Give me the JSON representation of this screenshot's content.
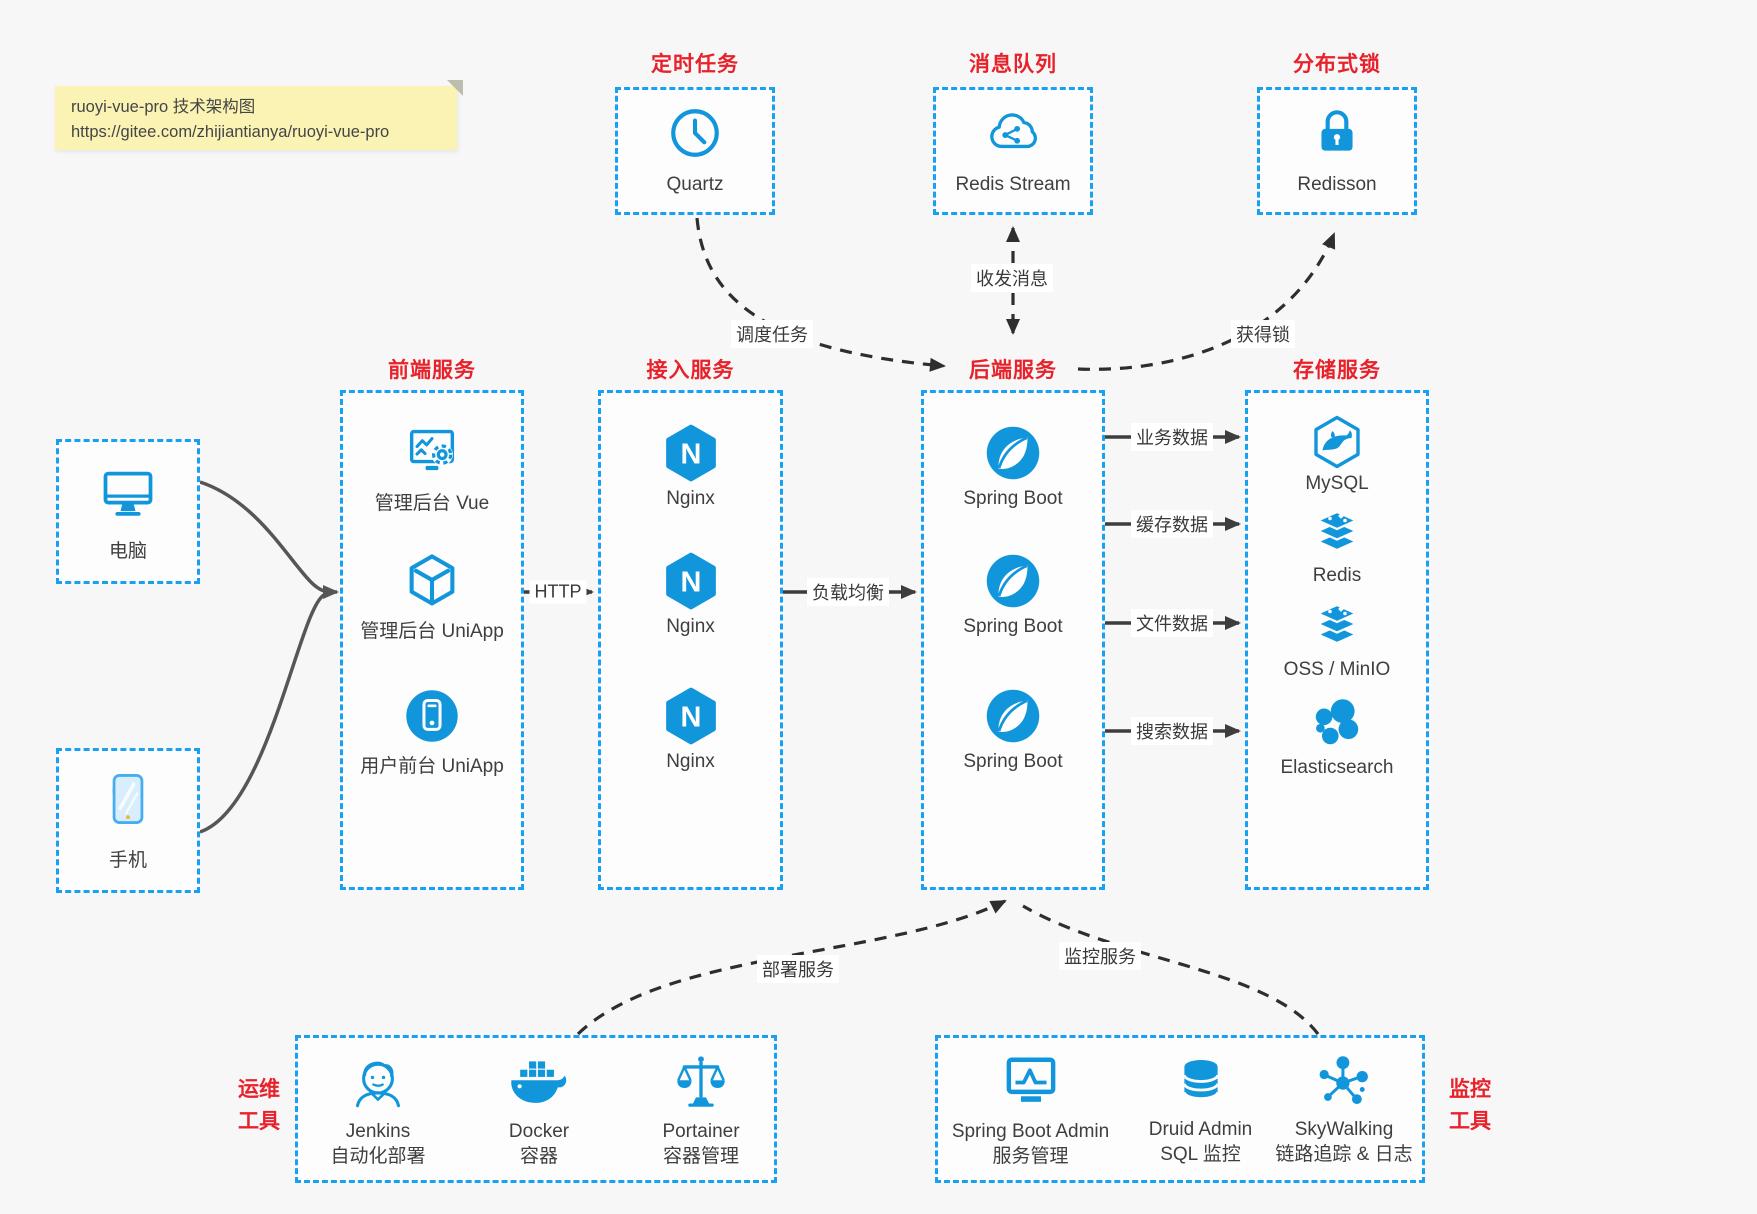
{
  "colors": {
    "accent_blue": "#1296db",
    "border_blue": "#18a0f3",
    "title_red": "#e8222b",
    "arrow_dark": "#3d3d3d"
  },
  "note": {
    "line1": "ruoyi-vue-pro 技术架构图",
    "line2": "https://gitee.com/zhijiantianya/ruoyi-vue-pro"
  },
  "icons": {
    "nginx_glyph": "N"
  },
  "top_groups": [
    {
      "title": "定时任务",
      "item": {
        "label": "Quartz",
        "icon": "clock-icon"
      }
    },
    {
      "title": "消息队列",
      "item": {
        "label": "Redis Stream",
        "icon": "cloud-stream-icon"
      }
    },
    {
      "title": "分布式锁",
      "item": {
        "label": "Redisson",
        "icon": "lock-icon"
      }
    }
  ],
  "clients": [
    {
      "label": "电脑",
      "icon": "desktop-icon"
    },
    {
      "label": "手机",
      "icon": "phone-icon"
    }
  ],
  "columns": [
    {
      "title": "前端服务",
      "items": [
        {
          "label": "管理后台 Vue",
          "icon": "admin-vue-icon"
        },
        {
          "label": "管理后台 UniApp",
          "icon": "uniapp-cube-icon"
        },
        {
          "label": "用户前台 UniApp",
          "icon": "user-app-icon"
        }
      ]
    },
    {
      "title": "接入服务",
      "items": [
        {
          "label": "Nginx",
          "icon": "nginx-icon"
        },
        {
          "label": "Nginx",
          "icon": "nginx-icon"
        },
        {
          "label": "Nginx",
          "icon": "nginx-icon"
        }
      ]
    },
    {
      "title": "后端服务",
      "items": [
        {
          "label": "Spring Boot",
          "icon": "spring-boot-icon"
        },
        {
          "label": "Spring Boot",
          "icon": "spring-boot-icon"
        },
        {
          "label": "Spring Boot",
          "icon": "spring-boot-icon"
        }
      ]
    },
    {
      "title": "存储服务",
      "items": [
        {
          "label": "MySQL",
          "icon": "mysql-icon"
        },
        {
          "label": "Redis",
          "icon": "redis-stack-icon"
        },
        {
          "label": "OSS / MinIO",
          "icon": "oss-minio-icon"
        },
        {
          "label": "Elasticsearch",
          "icon": "elasticsearch-icon"
        }
      ]
    }
  ],
  "edges": {
    "http": "HTTP",
    "load_balance": "负载均衡",
    "business_data": "业务数据",
    "cache_data": "缓存数据",
    "file_data": "文件数据",
    "search_data": "搜索数据",
    "schedule_task": "调度任务",
    "send_receive_message": "收发消息",
    "acquire_lock": "获得锁",
    "deploy_service": "部署服务",
    "monitor_service": "监控服务"
  },
  "bottom_groups": [
    {
      "side_label_line1": "运维",
      "side_label_line2": "工具",
      "items": [
        {
          "name": "Jenkins",
          "desc": "自动化部署",
          "icon": "jenkins-icon"
        },
        {
          "name": "Docker",
          "desc": "容器",
          "icon": "docker-icon"
        },
        {
          "name": "Portainer",
          "desc": "容器管理",
          "icon": "portainer-icon"
        }
      ]
    },
    {
      "side_label_line1": "监控",
      "side_label_line2": "工具",
      "items": [
        {
          "name": "Spring Boot Admin",
          "desc": "服务管理",
          "icon": "spring-boot-admin-icon"
        },
        {
          "name": "Druid Admin",
          "desc": "SQL 监控",
          "icon": "druid-icon"
        },
        {
          "name": "SkyWalking",
          "desc": "链路追踪 & 日志",
          "icon": "skywalking-icon"
        }
      ]
    }
  ]
}
